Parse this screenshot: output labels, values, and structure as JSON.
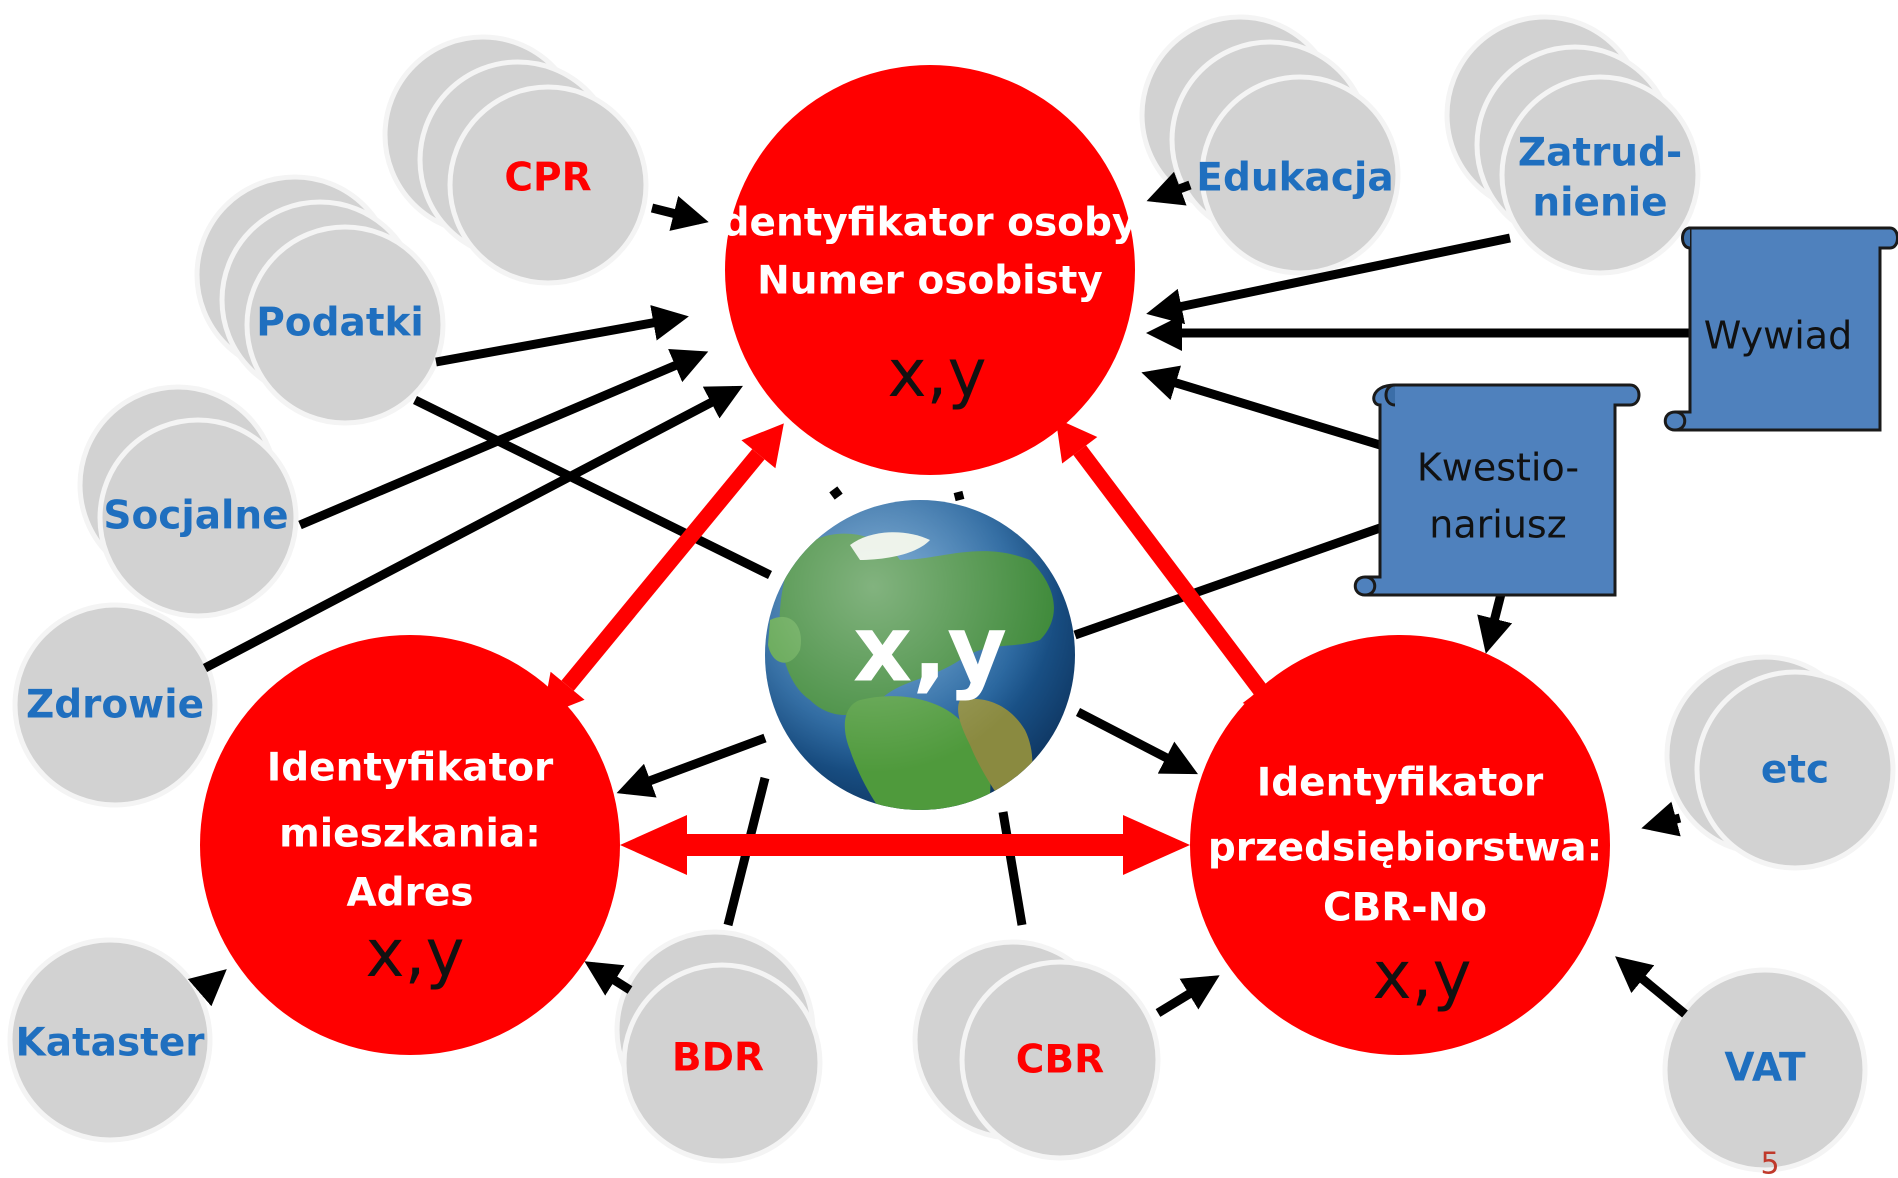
{
  "colors": {
    "hub": "#ff0000",
    "source_fill": "#d2d2d2",
    "source_stroke": "#f4f4f4",
    "label_blue": "#1f6fbf",
    "label_red": "#ff0000",
    "scroll_fill": "#4f81bd",
    "scroll_stroke": "#1a1a1a",
    "arrow_black": "#000000",
    "arrow_red": "#ff0000"
  },
  "hubs": {
    "person": {
      "line1": "Identyfikator osoby:",
      "line2": "Numer osobisty",
      "coord": "x,y"
    },
    "dwelling": {
      "line1": "Identyfikator",
      "line2": "mieszkania:",
      "line3": "Adres",
      "coord": "x,y"
    },
    "enterprise": {
      "line1": "Identyfikator",
      "line2": "przedsiębiorstwa:",
      "line3": "CBR-No",
      "coord": "x,y"
    }
  },
  "globe": {
    "label": "x,y",
    "icon": "globe-icon"
  },
  "sources": {
    "cpr": "CPR",
    "edukacja": "Edukacja",
    "zatrudnienie_1": "Zatrud-",
    "zatrudnienie_2": "nienie",
    "podatki": "Podatki",
    "socjalne": "Socjalne",
    "zdrowie": "Zdrowie",
    "kataster": "Kataster",
    "bdr": "BDR",
    "cbr": "CBR",
    "etc": "etc",
    "vat": "VAT"
  },
  "scrolls": {
    "wywiad": "Wywiad",
    "kwestionariusz_1": "Kwestio-",
    "kwestionariusz_2": "nariusz"
  },
  "page_number": "5"
}
